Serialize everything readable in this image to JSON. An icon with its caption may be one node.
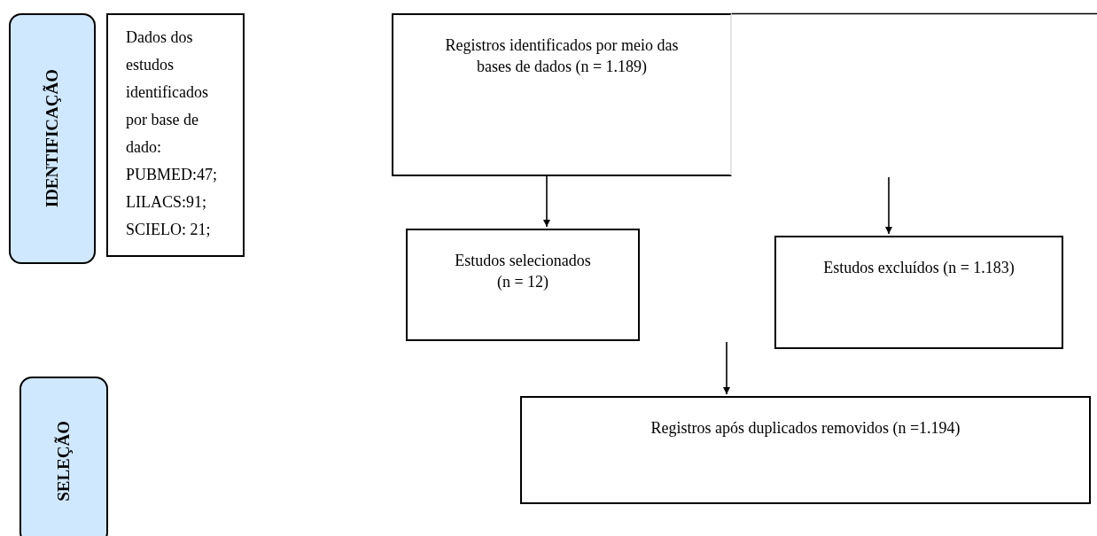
{
  "diagram": {
    "nodes": [
      {
        "text": [
          "IDENTIFICAÇÃO"
        ]
      },
      {
        "text": [
          "Dados dos estudos identificados por base de dado:",
          "PUBMED:47;",
          "LILACS:91;",
          "SCIELO: 21;"
        ]
      },
      {
        "text": [
          "Registros identificados por meio das bases de dados (n = 1.189)"
        ]
      },
      {
        "text": [
          "Estudos selecionados (n = 12)"
        ]
      },
      {
        "text": [
          "Estudos excluídos (n = 1.183)"
        ]
      },
      {
        "text": [
          "SELEÇÃO"
        ]
      },
      {
        "text": [
          "Registros após duplicados removidos (n =1.194)"
        ]
      }
    ],
    "edges": [
      {
        "from": 2,
        "to": 3,
        "arrow": "to"
      },
      {
        "from": null,
        "to": 4,
        "arrow": "to"
      },
      {
        "from": null,
        "to": 6,
        "arrow": "to"
      }
    ]
  }
}
